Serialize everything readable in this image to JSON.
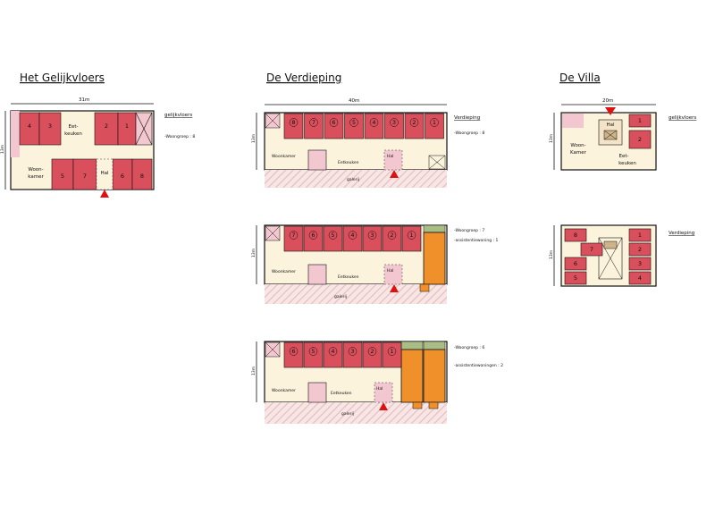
{
  "titles": {
    "gelijkvloers": "Het Gelijkvloers",
    "verdieping": "De Verdieping",
    "villa": "De Villa"
  },
  "gelijkvloers_plan": {
    "dim_width": "31m",
    "dim_height": "13m",
    "note_title": "gelijkvloers",
    "note_line": "-Woongroep : 8",
    "room_numbers": [
      "4",
      "3",
      "2",
      "1",
      "5",
      "7",
      "6",
      "8"
    ],
    "labels": {
      "eet": "Eet-",
      "keuken": "keuken",
      "woon": "Woon-",
      "kamer": "kamer",
      "hal": "Hal"
    }
  },
  "verdieping_plans": [
    {
      "dim_width": "40m",
      "dim_height": "13m",
      "note_title": "Verdieping",
      "note_lines": [
        "-Woongroep : 8"
      ],
      "room_numbers": [
        "8",
        "7",
        "6",
        "5",
        "4",
        "3",
        "2",
        "1"
      ],
      "labels": {
        "woonkamer": "Woonkamer",
        "eetkeuken": "Eetkeuken",
        "hal": "Hal",
        "galerij": "galerij"
      }
    },
    {
      "dim_height": "13m",
      "note_lines": [
        "-Woongroep : 7",
        "-assistentiewoning : 1"
      ],
      "room_numbers": [
        "7",
        "6",
        "5",
        "4",
        "3",
        "2",
        "1"
      ],
      "labels": {
        "woonkamer": "Woonkamer",
        "eetkeuken": "Eetkeuken",
        "hal": "Hal",
        "galerij": "galerij"
      }
    },
    {
      "dim_height": "13m",
      "note_lines": [
        "-Woongroep : 6",
        "-assistentiewoningen : 2"
      ],
      "room_numbers": [
        "6",
        "5",
        "4",
        "3",
        "2",
        "1"
      ],
      "labels": {
        "woonkamer": "Woonkamer",
        "eetkeuken": "Eetkeuken",
        "hal": "Hal",
        "galerij": "galerij"
      }
    }
  ],
  "villa_plans": [
    {
      "dim_width": "20m",
      "dim_height": "13m",
      "note_title": "gelijkvloers",
      "room_numbers": [
        "1",
        "2"
      ],
      "labels": {
        "hal": "Hal",
        "woon": "Woon-",
        "kamer": "Kamer",
        "eet": "Eet-",
        "keuken": "keuken"
      }
    },
    {
      "dim_height": "13m",
      "note_title": "Verdieping",
      "room_numbers": [
        "1",
        "2",
        "3",
        "4",
        "5",
        "6",
        "7",
        "8"
      ]
    }
  ],
  "colors": {
    "room": "#d94f5c",
    "room_light": "#f2c7cf",
    "floor": "#fbf3dc",
    "gallery": "#f3dede",
    "assist": "#f0902a",
    "green": "#a9bd86",
    "arrow": "#e01010",
    "wall": "#111111"
  }
}
